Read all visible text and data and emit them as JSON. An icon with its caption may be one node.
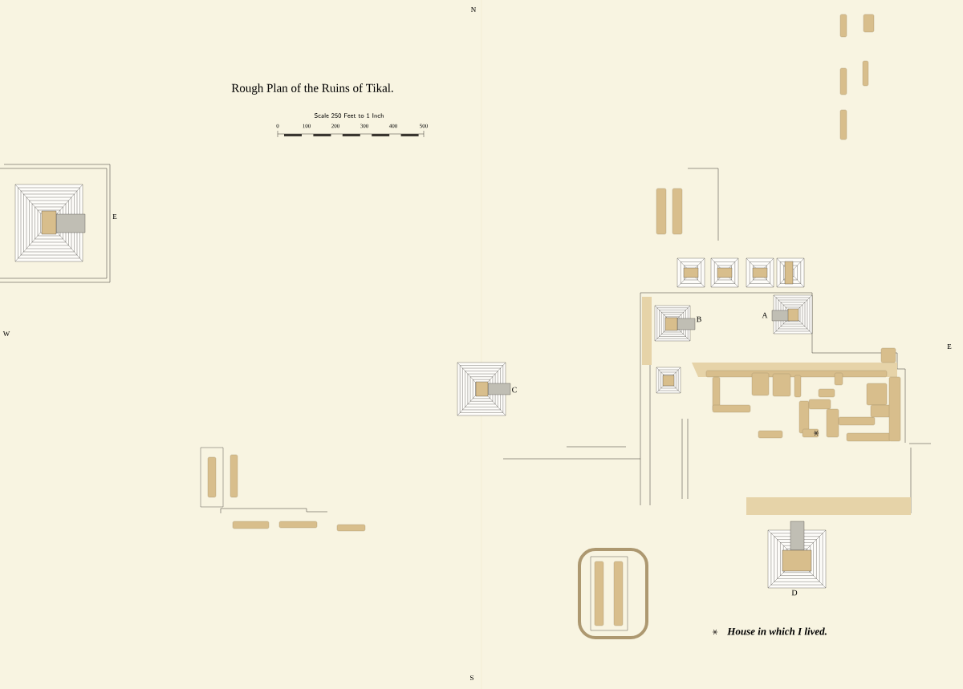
{
  "diagram": {
    "title": "Rough Plan of the Ruins of Tikal.",
    "labels": [
      "N",
      "Scale 250 Feet to 1 Inch",
      "0",
      "100",
      "200",
      "300",
      "400",
      "500",
      "E",
      "W",
      "B",
      "A",
      "E",
      "C",
      "D",
      "S"
    ],
    "legend": [
      {
        "text": "House in which I lived."
      }
    ]
  }
}
